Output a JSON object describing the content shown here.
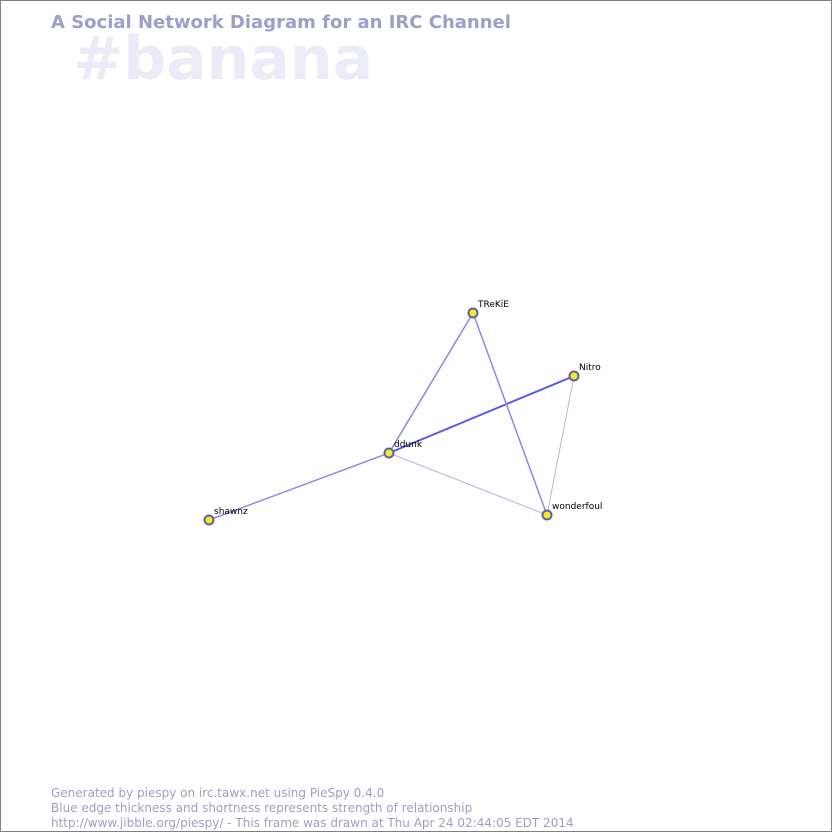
{
  "title": "A Social Network Diagram for an IRC Channel",
  "channel": "#banana",
  "footer": {
    "line1": "Generated by piespy on irc.tawx.net using PieSpy 0.4.0",
    "line2": "Blue edge thickness and shortness represents strength of relationship",
    "line3": "http://www.jibble.org/piespy/ - This frame was drawn at Thu Apr 24 02:44:05 EDT 2014"
  },
  "colors": {
    "node_fill": "#f5ec20",
    "node_stroke": "#5f5fa8",
    "title_text": "#9e9ec9",
    "channel_watermark": "#ececf8"
  },
  "nodes": [
    {
      "id": "TReKiE",
      "label": "TReKiE"
    },
    {
      "id": "Nitro",
      "label": "Nitro"
    },
    {
      "id": "ddunk",
      "label": "ddunk"
    },
    {
      "id": "shawnz",
      "label": "shawnz"
    },
    {
      "id": "wonderfoul",
      "label": "wonderfoul"
    }
  ],
  "edges": [
    {
      "source": "ddunk",
      "target": "Nitro",
      "strength": "strong"
    },
    {
      "source": "shawnz",
      "target": "ddunk",
      "strength": "medium"
    },
    {
      "source": "TReKiE",
      "target": "ddunk",
      "strength": "medium"
    },
    {
      "source": "TReKiE",
      "target": "wonderfoul",
      "strength": "medium"
    },
    {
      "source": "ddunk",
      "target": "wonderfoul",
      "strength": "weak"
    },
    {
      "source": "Nitro",
      "target": "wonderfoul",
      "strength": "weak"
    }
  ]
}
